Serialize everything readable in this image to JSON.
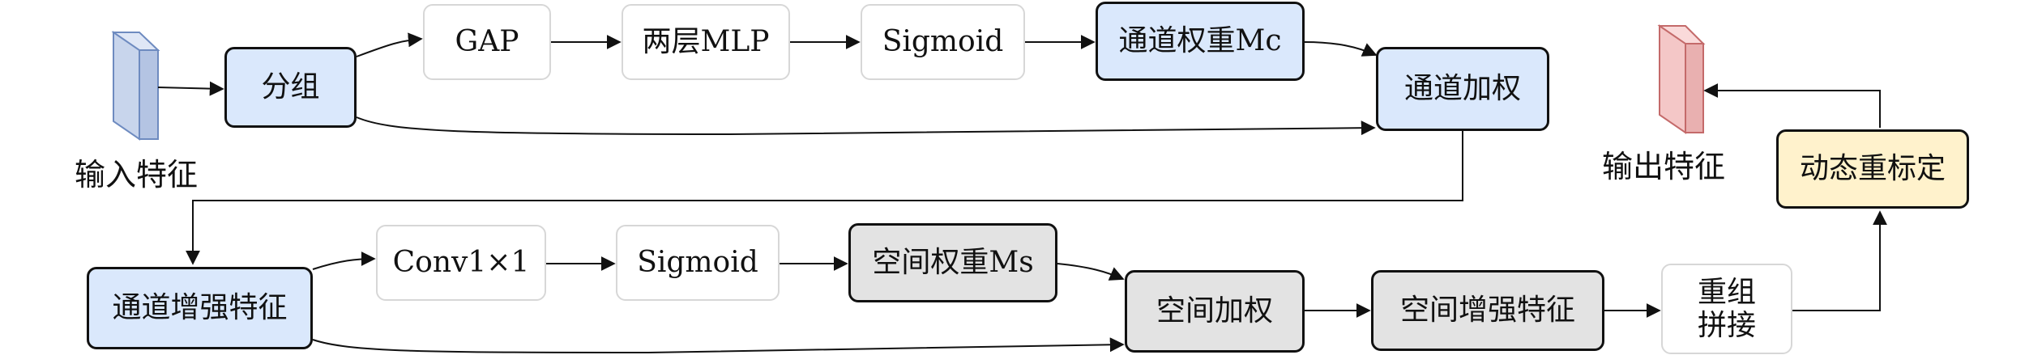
{
  "nodes": {
    "group": "分组",
    "gap": "GAP",
    "mlp": "两层MLP",
    "sigmoid_top": "Sigmoid",
    "channel_weight": "通道权重Mc",
    "channel_weighting": "通道加权",
    "channel_enhanced": "通道增强特征",
    "conv": "Conv1×1",
    "sigmoid_bottom": "Sigmoid",
    "spatial_weight": "空间权重Ms",
    "spatial_weighting": "空间加权",
    "spatial_enhanced": "空间增强特征",
    "regroup_line1": "重组",
    "regroup_line2": "拼接",
    "dynamic_recalib": "动态重标定"
  },
  "labels": {
    "input_feature": "输入特征",
    "output_feature": "输出特征"
  },
  "colors": {
    "blue_fill": "#dae8fc",
    "gray_fill": "#e3e3e3",
    "yellow_fill": "#fff2cc",
    "input_fill": "#c8d5ec",
    "output_fill": "#f4c7c7"
  }
}
